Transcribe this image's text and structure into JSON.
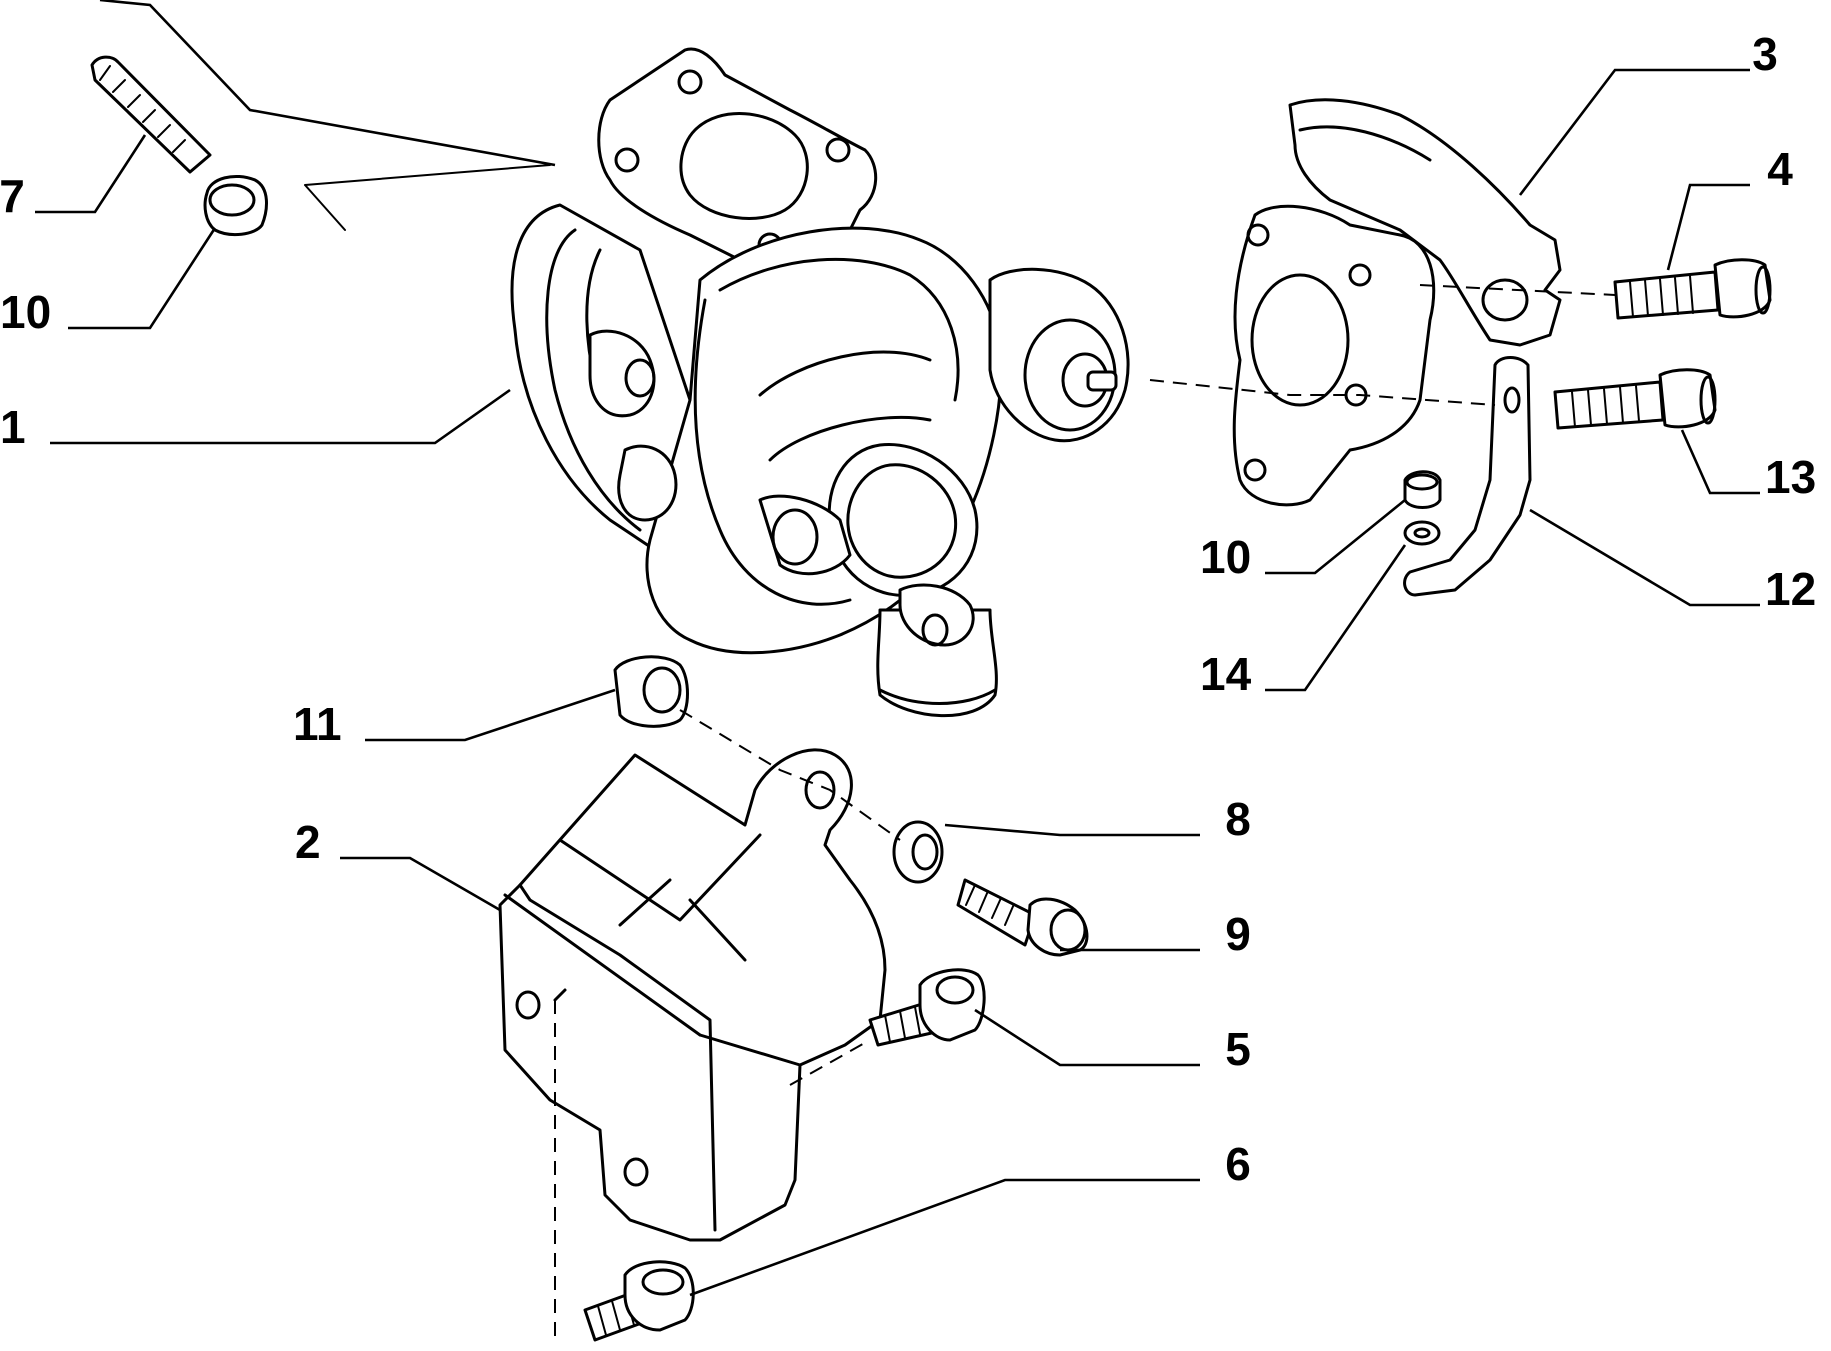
{
  "callouts": [
    {
      "id": "c1",
      "label": "1"
    },
    {
      "id": "c2",
      "label": "2"
    },
    {
      "id": "c3",
      "label": "3"
    },
    {
      "id": "c4",
      "label": "4"
    },
    {
      "id": "c5",
      "label": "5"
    },
    {
      "id": "c6",
      "label": "6"
    },
    {
      "id": "c7",
      "label": "7"
    },
    {
      "id": "c8",
      "label": "8"
    },
    {
      "id": "c9",
      "label": "9"
    },
    {
      "id": "c10a",
      "label": "10"
    },
    {
      "id": "c10b",
      "label": "10"
    },
    {
      "id": "c11",
      "label": "11"
    },
    {
      "id": "c12",
      "label": "12"
    },
    {
      "id": "c13",
      "label": "13"
    },
    {
      "id": "c14",
      "label": "14"
    }
  ]
}
